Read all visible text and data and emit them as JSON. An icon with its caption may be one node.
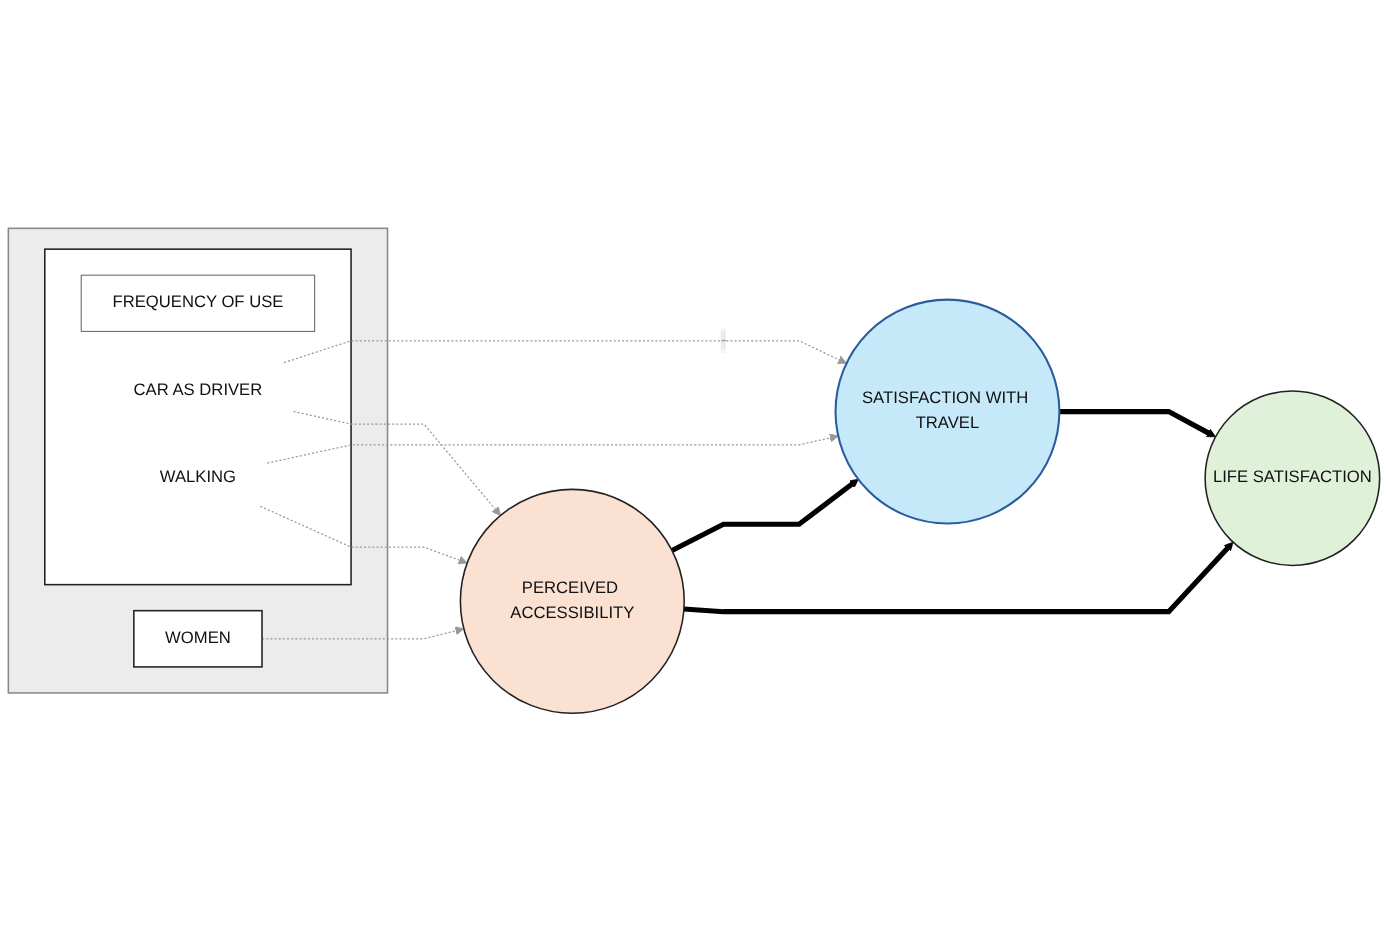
{
  "diagram": {
    "nodes": [
      {
        "text": [],
        "shape": "box"
      },
      {
        "text": [
          "WOMEN"
        ],
        "in": 0
      },
      {
        "text": [],
        "shape": "box",
        "in": 0
      },
      {
        "text": [
          "FREQUENCY OF USE"
        ],
        "in": 2
      },
      {
        "text": [
          "CAR AS DRIVER"
        ],
        "in": 2
      },
      {
        "text": [
          "WALKING"
        ],
        "in": 2
      },
      {
        "text": [
          "SATISFACTION WITH TRAVEL"
        ]
      },
      {
        "text": [
          "LIFE SATISFACTION"
        ]
      },
      {
        "text": [
          "PERCEIVED ACCESSIBILITY"
        ]
      }
    ],
    "edges": [
      {
        "from": 1,
        "to": 8,
        "arrow": "to",
        "style": "dashed",
        "color": "#999999"
      },
      {
        "from": 4,
        "to": 6,
        "arrow": "to",
        "style": "dashed",
        "color": "#999999",
        "label": "-"
      },
      {
        "from": 5,
        "to": 6,
        "arrow": "to",
        "style": "dashed",
        "color": "#999999"
      },
      {
        "from": 4,
        "to": 8,
        "arrow": "to",
        "style": "dashed",
        "color": "#999999"
      },
      {
        "from": 5,
        "to": 8,
        "arrow": "to",
        "style": "dashed",
        "color": "#999999"
      },
      {
        "from": 8,
        "to": 6,
        "arrow": "to",
        "style": "thick",
        "color": "#000000"
      },
      {
        "from": 6,
        "to": 7,
        "arrow": "to",
        "style": "thick",
        "color": "#000000"
      },
      {
        "from": 8,
        "to": 7,
        "arrow": "to",
        "style": "thick",
        "color": "#000000"
      }
    ]
  }
}
